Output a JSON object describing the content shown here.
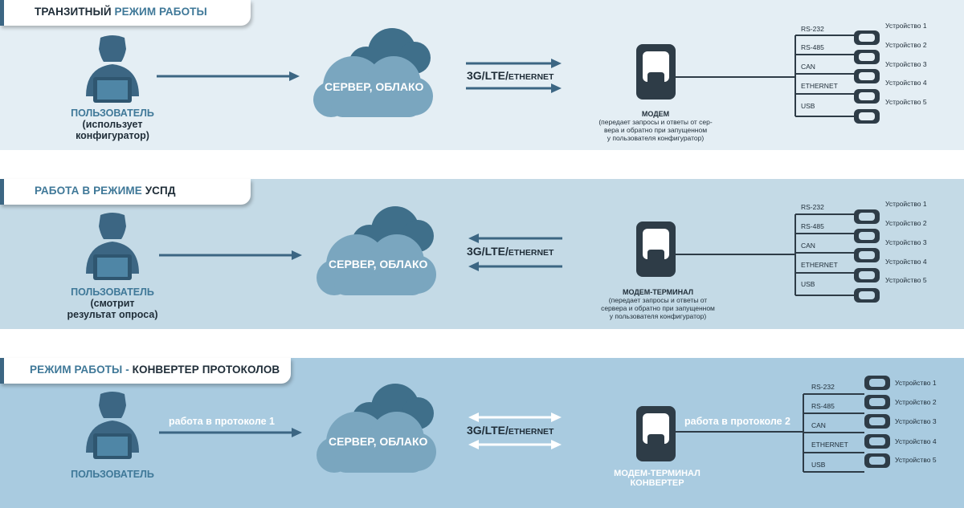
{
  "panels": [
    {
      "title_a": "ТРАНЗИТНЫЙ ",
      "title_b": "РЕЖИМ РАБОТЫ",
      "user_l1": "ПОЛЬЗОВАТЕЛЬ",
      "user_l2": "(использует",
      "user_l3": "конфигуратор)",
      "cloud": "СЕРВЕР, ОБЛАКО",
      "net": "3G/LTE/",
      "net_small": "ETHERNET",
      "modem_title": "МОДЕМ",
      "modem_l1": "(передает запросы и ответы от сер-",
      "modem_l2": "вера и обратно при запущенном",
      "modem_l3": "у пользователя конфигуратор)"
    },
    {
      "title_a": "РАБОТА В РЕЖИМЕ ",
      "title_b": "УСПД",
      "user_l1": "ПОЛЬЗОВАТЕЛЬ",
      "user_l2": "(смотрит",
      "user_l3": "результат опроса)",
      "cloud": "СЕРВЕР, ОБЛАКО",
      "net": "3G/LTE/",
      "net_small": "ETHERNET",
      "modem_title": "МОДЕМ-ТЕРМИНАЛ",
      "modem_l1": "(передает запросы и ответы от",
      "modem_l2": "сервера и обратно при запущенном",
      "modem_l3": "у пользователя конфигуратор)"
    },
    {
      "title_a": "РЕЖИМ РАБОТЫ - ",
      "title_b": "КОНВЕРТЕР ПРОТОКОЛОВ",
      "user_l1": "ПОЛЬЗОВАТЕЛЬ",
      "cloud": "СЕРВЕР, ОБЛАКО",
      "net": "3G/LTE/",
      "net_small": "ETHERNET",
      "proto1": "работа в протоколе 1",
      "proto2": "работа в протоколе 2",
      "modem_l1": "МОДЕМ-ТЕРМИНАЛ",
      "modem_l2": "КОНВЕРТЕР"
    }
  ],
  "ports": [
    "RS-232",
    "RS-485",
    "CAN",
    "ETHERNET",
    "USB"
  ],
  "devices": [
    "Устройство 1",
    "Устройство 2",
    "Устройство 3",
    "Устройство 4",
    "Устройство 5"
  ],
  "colors": {
    "accent": "#3f7898",
    "dark": "#1f2d38",
    "cloud_dark": "#3f6f8a",
    "cloud_light": "#7aa6bf"
  }
}
